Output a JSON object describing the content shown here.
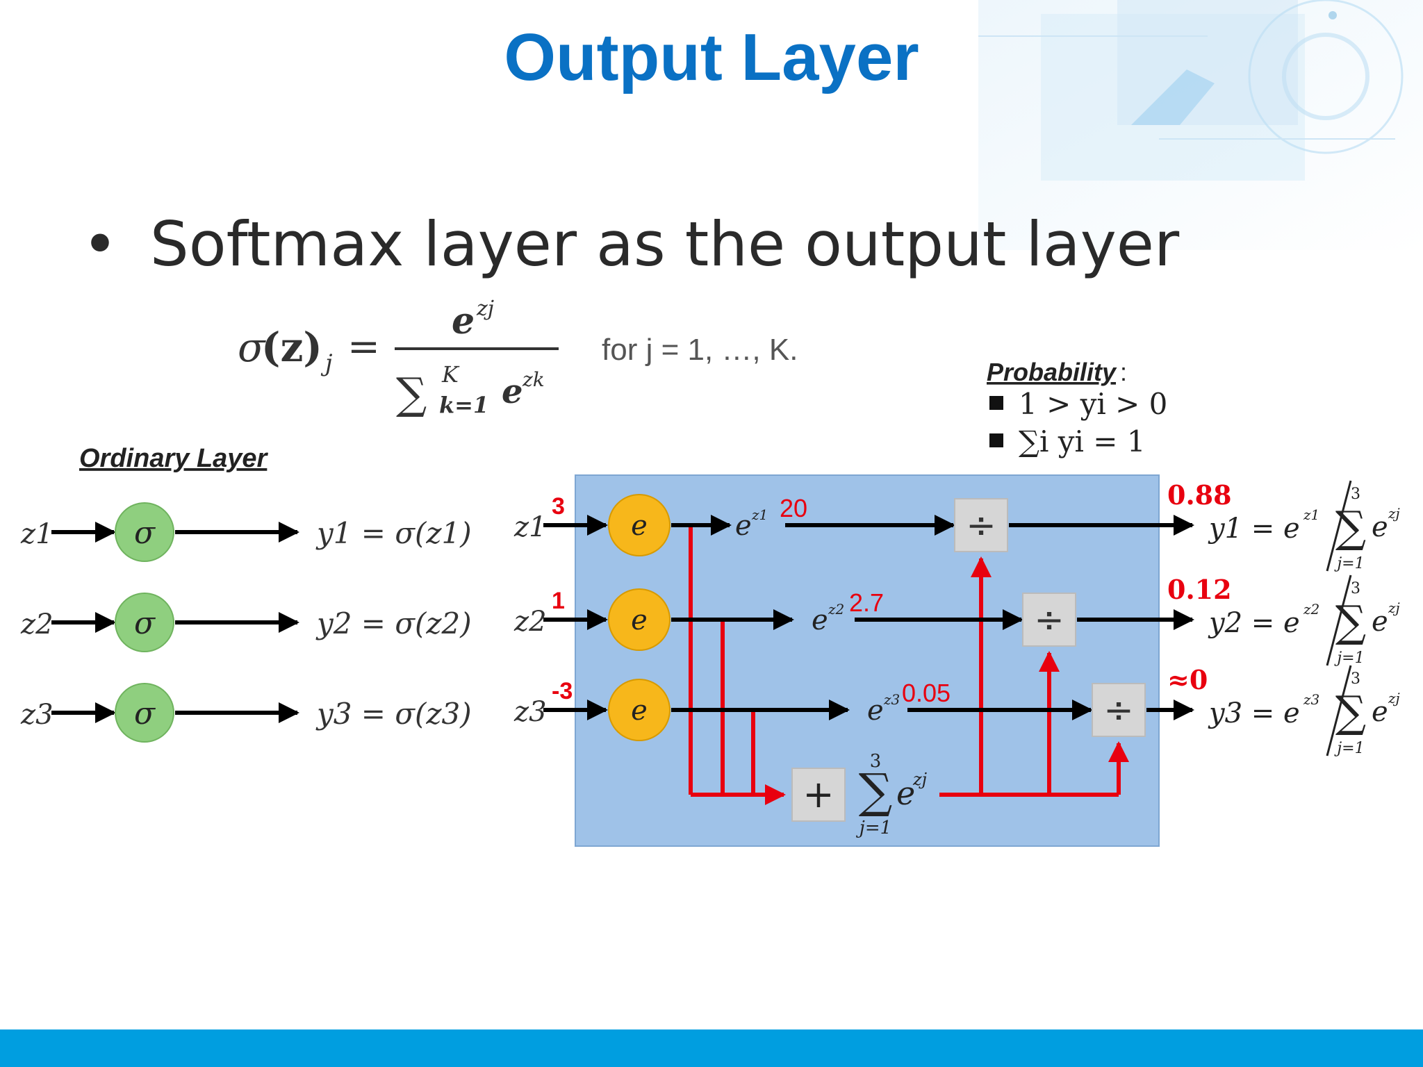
{
  "slide": {
    "title": "Output Layer",
    "bullet": "Softmax layer as the output layer"
  },
  "formula": {
    "lhs_sigma": "σ",
    "lhs_z": "(z)",
    "lhs_sub": "j",
    "equals": "=",
    "numerator_base": "e",
    "numerator_sup": "zj",
    "denominator_sum": "∑",
    "denominator_sup": "K",
    "denominator_sub": "k=1",
    "denominator_base": "e",
    "denominator_exp": "zk",
    "condition": "for j = 1, …, K."
  },
  "probability": {
    "heading": "Probability",
    "colon": ":",
    "items": [
      "1 > yi > 0",
      "∑i yi = 1"
    ]
  },
  "ordinary_layer": {
    "heading": "Ordinary Layer",
    "node_symbol": "σ",
    "rows": [
      {
        "input": "z1",
        "output": "y1 = σ(z1)"
      },
      {
        "input": "z2",
        "output": "y2 = σ(z2)"
      },
      {
        "input": "z3",
        "output": "y3 = σ(z3)"
      }
    ]
  },
  "softmax_layer": {
    "node_symbol": "e",
    "divide_symbol": "÷",
    "plus_symbol": "+",
    "sum_top": "3",
    "sum_bottom": "j=1",
    "sum_sign": "∑",
    "sum_term": "e",
    "sum_term_exp": "zj",
    "rows": [
      {
        "input": "z1",
        "input_value": "3",
        "exp_label": "e",
        "exp_sup": "z1",
        "exp_value": "20",
        "prob": "0.88",
        "output_lhs": "y1 = e",
        "output_sup": "z1"
      },
      {
        "input": "z2",
        "input_value": "1",
        "exp_label": "e",
        "exp_sup": "z2",
        "exp_value": "2.7",
        "prob": "0.12",
        "output_lhs": "y2 = e",
        "output_sup": "z2"
      },
      {
        "input": "z3",
        "input_value": "-3",
        "exp_label": "e",
        "exp_sup": "z3",
        "exp_value": "0.05",
        "prob": "≈0",
        "output_lhs": "y3 = e",
        "output_sup": "z3"
      }
    ]
  },
  "colors": {
    "title": "#0a71c4",
    "panel": "#9fc2e8",
    "red": "#e8000f",
    "sigma_node": "#8fcf7f",
    "exp_node": "#f7b71b",
    "op_box": "#d6d6d6",
    "bottom_bar": "#009ee0"
  }
}
